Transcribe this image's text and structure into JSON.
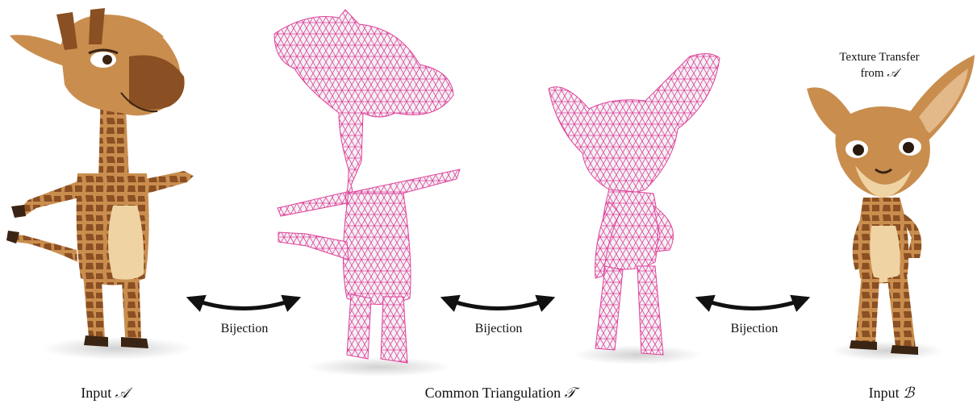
{
  "labels": {
    "input_a": "Input",
    "input_a_symbol": "𝒜",
    "common": "Common Triangulation",
    "common_symbol": "𝒯",
    "input_b": "Input",
    "input_b_symbol": "ℬ",
    "bijection_1": "Bijection",
    "bijection_2": "Bijection",
    "bijection_3": "Bijection",
    "texture_line1": "Texture Transfer",
    "texture_line2": "from",
    "texture_symbol": "𝒜"
  },
  "colors": {
    "giraffe_body": "#c98d4e",
    "giraffe_spots": "#8a4f22",
    "giraffe_light": "#f0d3a3",
    "mesh_fill": "#f3f1f4",
    "mesh_edges": "#e0409a",
    "arrow": "#111111"
  }
}
